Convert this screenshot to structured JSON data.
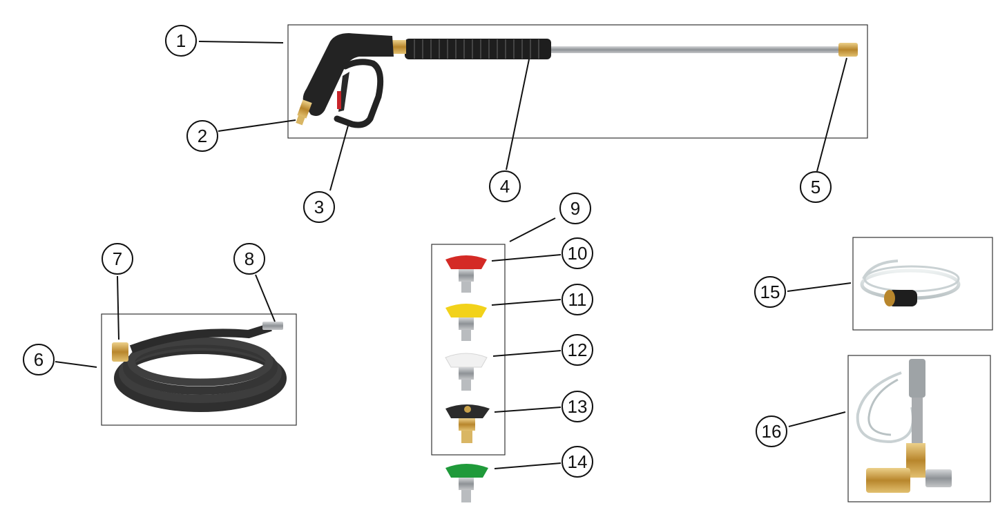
{
  "callouts": [
    {
      "id": "1",
      "label": "1"
    },
    {
      "id": "2",
      "label": "2"
    },
    {
      "id": "3",
      "label": "3"
    },
    {
      "id": "4",
      "label": "4"
    },
    {
      "id": "5",
      "label": "5"
    },
    {
      "id": "6",
      "label": "6"
    },
    {
      "id": "7",
      "label": "7"
    },
    {
      "id": "8",
      "label": "8"
    },
    {
      "id": "9",
      "label": "9"
    },
    {
      "id": "10",
      "label": "10"
    },
    {
      "id": "11",
      "label": "11"
    },
    {
      "id": "12",
      "label": "12"
    },
    {
      "id": "13",
      "label": "13"
    },
    {
      "id": "14",
      "label": "14"
    },
    {
      "id": "15",
      "label": "15"
    },
    {
      "id": "16",
      "label": "16"
    }
  ],
  "colors": {
    "nozzle_red": "#d42a25",
    "nozzle_yellow": "#f2d21a",
    "nozzle_white": "#f1f1f1",
    "nozzle_black": "#2b2b2b",
    "nozzle_green": "#1f9a3a",
    "brass": "#c9a24a",
    "hose": "#3a3a3a",
    "steel": "#a9acaf"
  }
}
